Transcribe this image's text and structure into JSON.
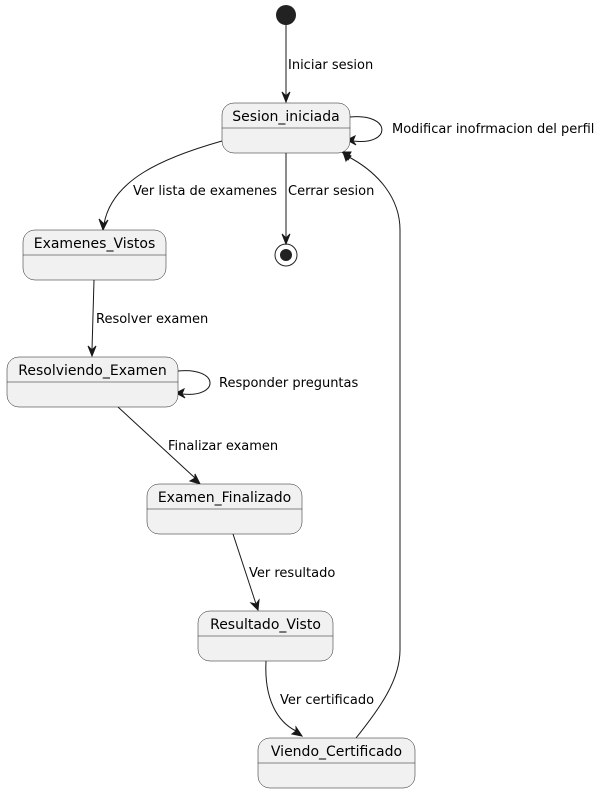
{
  "diagram": {
    "states": {
      "sesion_iniciada": "Sesion_iniciada",
      "examenes_vistos": "Examenes_Vistos",
      "resolviendo_examen": "Resolviendo_Examen",
      "examen_finalizado": "Examen_Finalizado",
      "resultado_visto": "Resultado_Visto",
      "viendo_certificado": "Viendo_Certificado"
    },
    "transitions": {
      "iniciar_sesion": "Iniciar sesion",
      "modificar_perfil": "Modificar inofrmacion del perfil",
      "ver_lista": "Ver lista de examenes",
      "cerrar_sesion": "Cerrar sesion",
      "resolver_examen": "Resolver examen",
      "responder_preguntas": "Responder preguntas",
      "finalizar_examen": "Finalizar examen",
      "ver_resultado": "Ver resultado",
      "ver_certificado": "Ver certificado"
    },
    "colors": {
      "state_fill": "#f1f1f1",
      "line": "#181818",
      "start_dot": "#222222"
    }
  }
}
